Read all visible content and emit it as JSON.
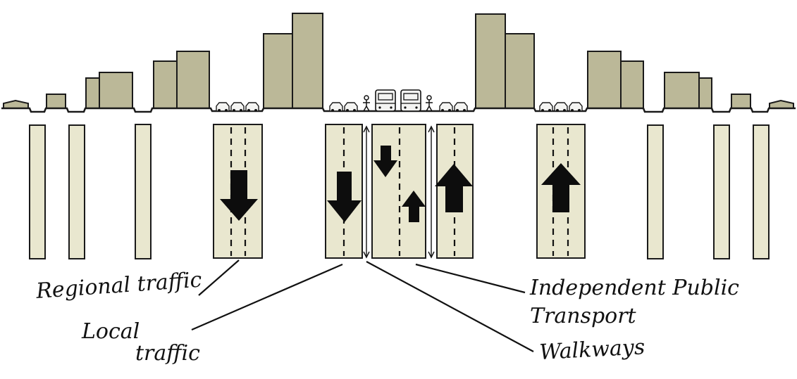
{
  "labels": {
    "regional": "Regional traffic",
    "local_line1": "Local",
    "local_line2": "traffic",
    "ipt_line1": "Independent Public",
    "ipt_line2": "Transport",
    "walkways": "Walkways"
  },
  "lanes": [
    {
      "id": "regional-left",
      "direction": "down"
    },
    {
      "id": "local-left",
      "direction": "down"
    },
    {
      "id": "public-transport",
      "direction": "down-and-up"
    },
    {
      "id": "local-right",
      "direction": "up"
    },
    {
      "id": "regional-right",
      "direction": "up"
    }
  ],
  "colors": {
    "building_fill": "#bbb898",
    "lane_fill": "#e9e7cf",
    "ink": "#111111"
  }
}
